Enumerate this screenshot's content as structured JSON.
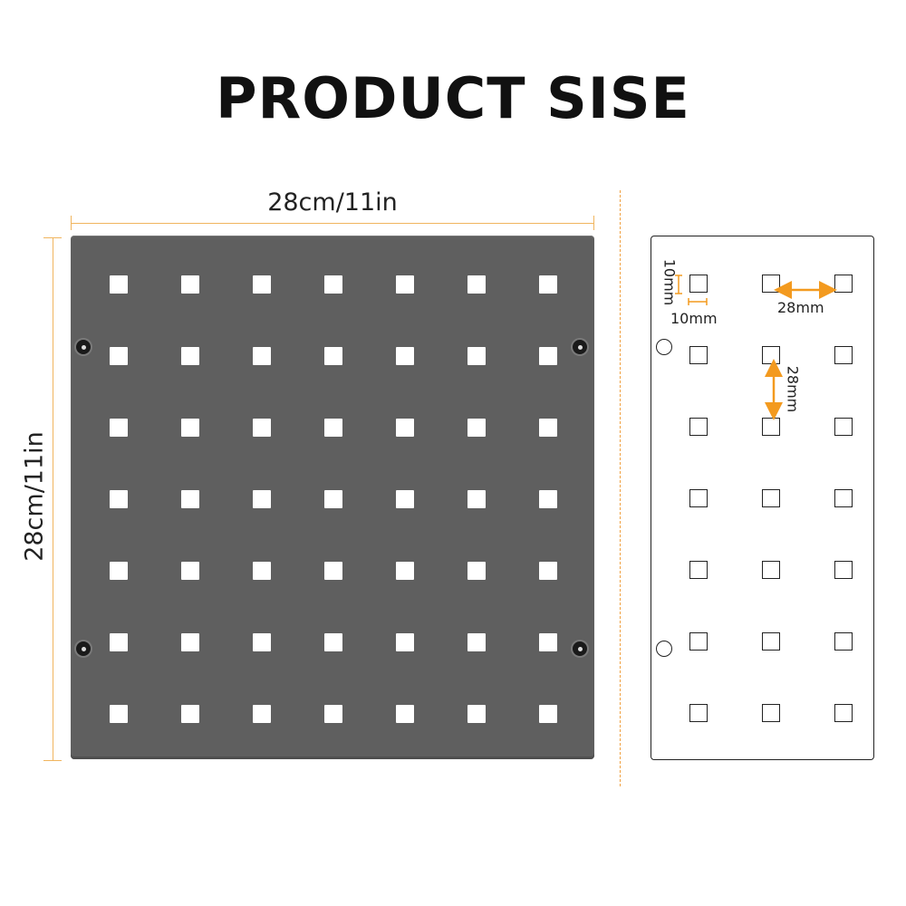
{
  "title": "PRODUCT SISE",
  "board": {
    "width_label": "28cm/11in",
    "height_label": "28cm/11in",
    "peg_rows": 7,
    "peg_cols": 7,
    "board_color": "#5f5f5f",
    "hole_color": "#ffffff"
  },
  "schematic": {
    "rows": 7,
    "cols": 3,
    "hole_width_label": "10mm",
    "hole_height_label": "10mm",
    "horizontal_spacing_label": "28mm",
    "vertical_spacing_label": "28mm",
    "accent_color": "#f39a1f"
  },
  "dimension_line_color": "#f0b55e"
}
